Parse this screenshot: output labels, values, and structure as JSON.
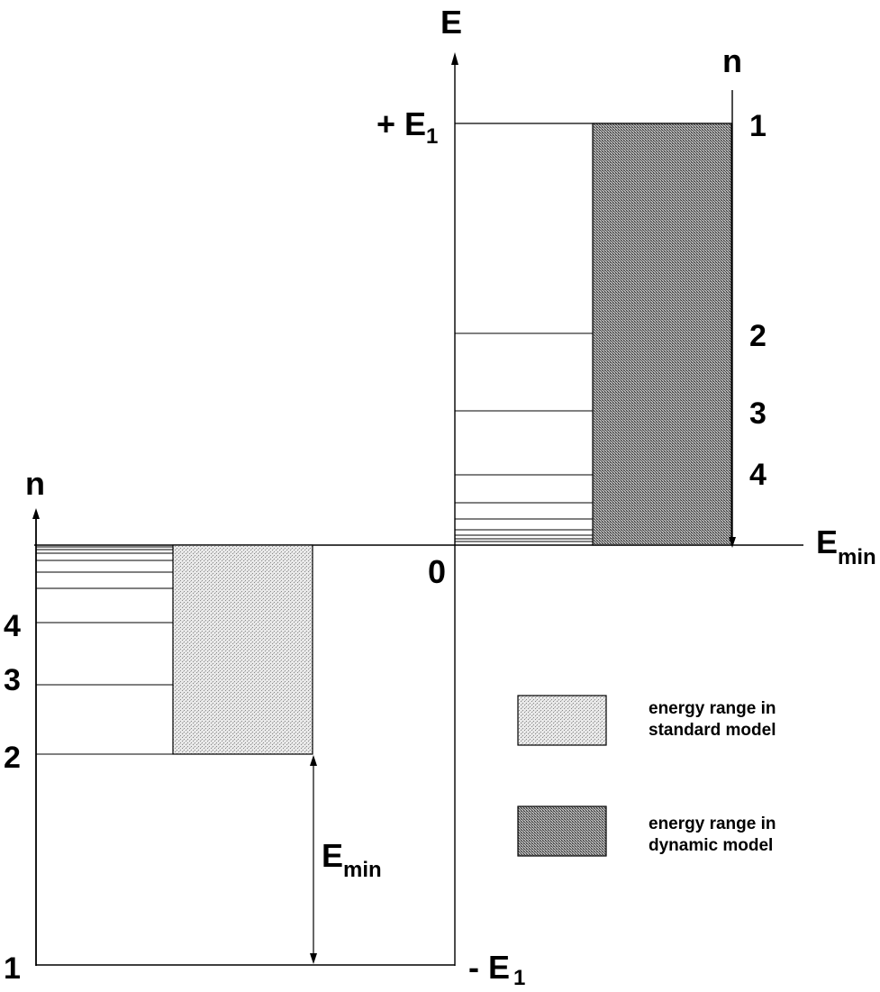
{
  "axes": {
    "energy_axis_label": "E",
    "n_axis_upper_label": "n",
    "n_axis_lower_label": "n",
    "origin_label": "0",
    "e_min_label": {
      "main": "E",
      "sub": "min"
    },
    "plus_e1_label": {
      "main": "+ E",
      "sub": "1"
    },
    "minus_e1_label": {
      "main": "- E",
      "sub": "1"
    }
  },
  "upper_levels": [
    "1",
    "2",
    "3",
    "4"
  ],
  "lower_levels": [
    "4",
    "3",
    "2",
    "1"
  ],
  "emin_arrow_label": {
    "main": "E",
    "sub": "min"
  },
  "legend": {
    "standard": {
      "line1": "energy range in",
      "line2": "standard model",
      "pattern": "light-stipple",
      "color": "#d4d4d4"
    },
    "dynamic": {
      "line1": "energy range in",
      "line2": "dynamic model",
      "pattern": "dark-stipple",
      "color": "#8c8c8c"
    }
  }
}
